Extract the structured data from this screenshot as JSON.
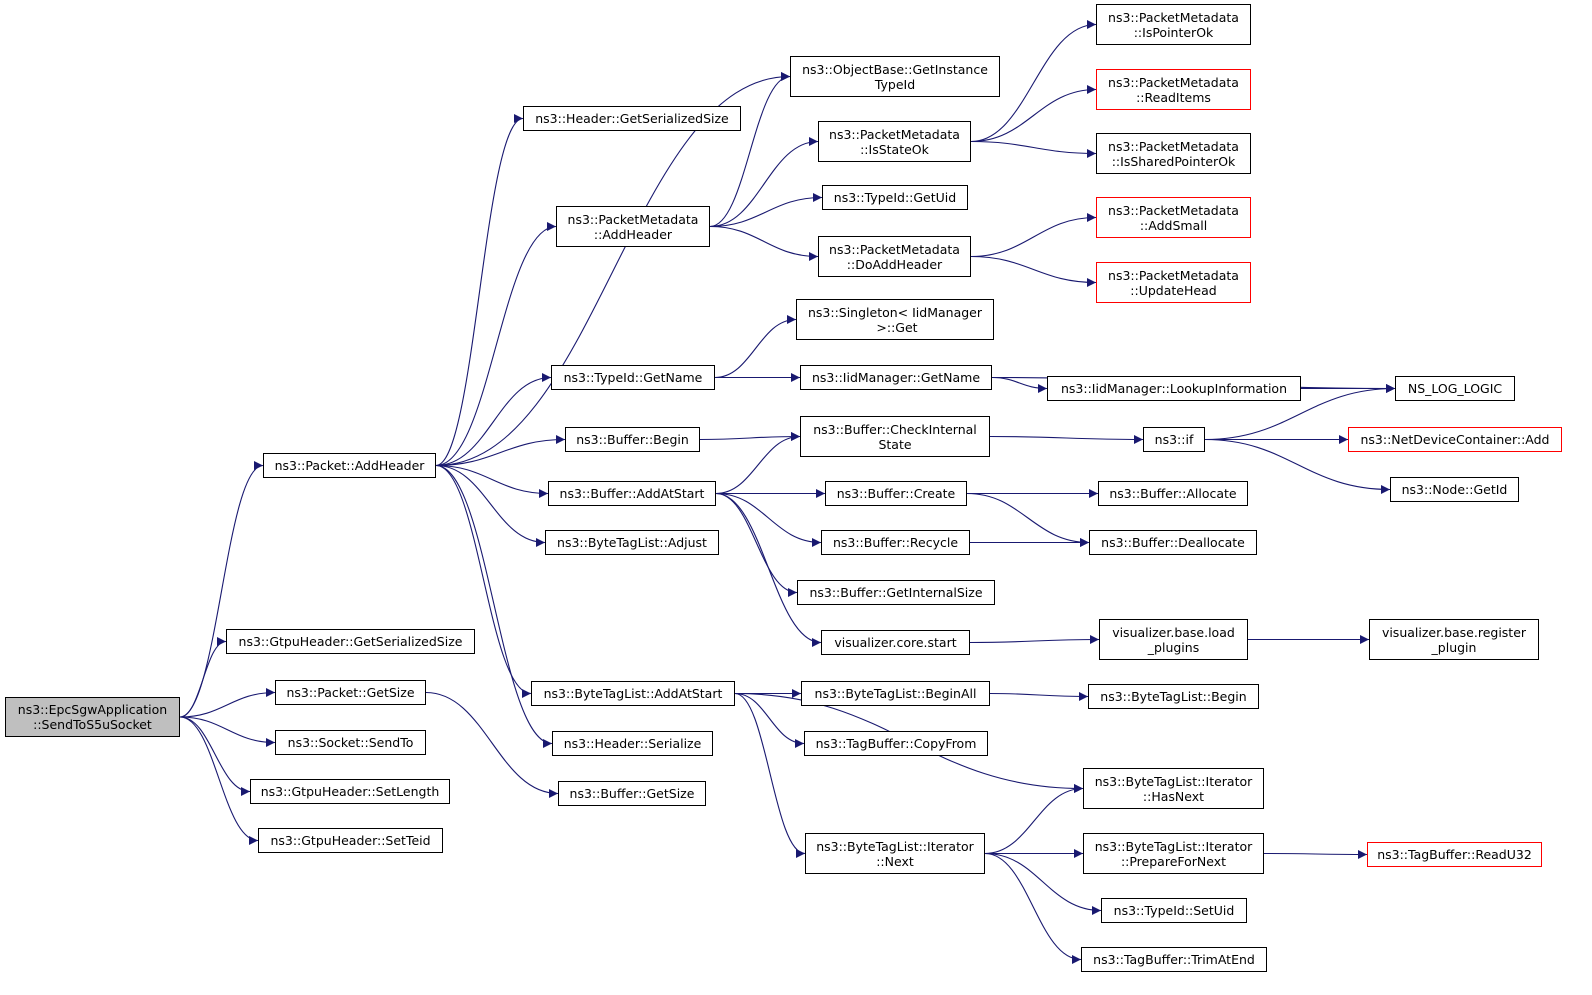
{
  "diagram": {
    "type": "call-graph",
    "colors": {
      "edge": "#191970",
      "node_border": "#000000",
      "node_border_external": "#ff0000",
      "root_fill": "#bfbfbf",
      "node_fill": "#ffffff"
    },
    "nodes": [
      {
        "id": "n0",
        "label": "ns3::EpcSgwApplication\n::SendToS5uSocket",
        "root": true
      },
      {
        "id": "n1",
        "label": "ns3::Packet::AddHeader"
      },
      {
        "id": "n2",
        "label": "ns3::GtpuHeader::GetSerializedSize"
      },
      {
        "id": "n3",
        "label": "ns3::Packet::GetSize"
      },
      {
        "id": "n4",
        "label": "ns3::Socket::SendTo"
      },
      {
        "id": "n5",
        "label": "ns3::GtpuHeader::SetLength"
      },
      {
        "id": "n6",
        "label": "ns3::GtpuHeader::SetTeid"
      },
      {
        "id": "n7",
        "label": "ns3::Header::GetSerializedSize"
      },
      {
        "id": "n8",
        "label": "ns3::PacketMetadata\n::AddHeader"
      },
      {
        "id": "n9",
        "label": "ns3::TypeId::GetName"
      },
      {
        "id": "n10",
        "label": "ns3::Buffer::Begin"
      },
      {
        "id": "n11",
        "label": "ns3::Buffer::AddAtStart"
      },
      {
        "id": "n12",
        "label": "ns3::ByteTagList::Adjust"
      },
      {
        "id": "n13",
        "label": "ns3::ByteTagList::AddAtStart"
      },
      {
        "id": "n14",
        "label": "ns3::Header::Serialize"
      },
      {
        "id": "n15",
        "label": "ns3::Buffer::GetSize"
      },
      {
        "id": "n16",
        "label": "ns3::ObjectBase::GetInstance\nTypeId"
      },
      {
        "id": "n17",
        "label": "ns3::PacketMetadata\n::IsStateOk"
      },
      {
        "id": "n18",
        "label": "ns3::TypeId::GetUid"
      },
      {
        "id": "n19",
        "label": "ns3::PacketMetadata\n::DoAddHeader"
      },
      {
        "id": "n20",
        "label": "ns3::Singleton< IidManager\n >::Get"
      },
      {
        "id": "n21",
        "label": "ns3::IidManager::GetName"
      },
      {
        "id": "n22",
        "label": "ns3::Buffer::CheckInternal\nState"
      },
      {
        "id": "n23",
        "label": "ns3::Buffer::Create"
      },
      {
        "id": "n24",
        "label": "ns3::Buffer::Recycle"
      },
      {
        "id": "n25",
        "label": "ns3::Buffer::GetInternalSize"
      },
      {
        "id": "n26",
        "label": "visualizer.core.start"
      },
      {
        "id": "n27",
        "label": "ns3::ByteTagList::BeginAll"
      },
      {
        "id": "n28",
        "label": "ns3::TagBuffer::CopyFrom"
      },
      {
        "id": "n29",
        "label": "ns3::ByteTagList::Iterator\n::Next"
      },
      {
        "id": "n30",
        "label": "ns3::PacketMetadata\n::IsPointerOk"
      },
      {
        "id": "n31",
        "label": "ns3::PacketMetadata\n::ReadItems",
        "external": true
      },
      {
        "id": "n32",
        "label": "ns3::PacketMetadata\n::IsSharedPointerOk"
      },
      {
        "id": "n33",
        "label": "ns3::PacketMetadata\n::AddSmall",
        "external": true
      },
      {
        "id": "n34",
        "label": "ns3::PacketMetadata\n::UpdateHead",
        "external": true
      },
      {
        "id": "n35",
        "label": "ns3::IidManager::LookupInformation"
      },
      {
        "id": "n36",
        "label": "ns3::if"
      },
      {
        "id": "n37",
        "label": "ns3::Buffer::Allocate"
      },
      {
        "id": "n38",
        "label": "ns3::Buffer::Deallocate"
      },
      {
        "id": "n39",
        "label": "visualizer.base.load\n_plugins"
      },
      {
        "id": "n40",
        "label": "ns3::ByteTagList::Begin"
      },
      {
        "id": "n41",
        "label": "ns3::ByteTagList::Iterator\n::HasNext"
      },
      {
        "id": "n42",
        "label": "ns3::ByteTagList::Iterator\n::PrepareForNext"
      },
      {
        "id": "n43",
        "label": "ns3::TypeId::SetUid"
      },
      {
        "id": "n44",
        "label": "ns3::TagBuffer::TrimAtEnd"
      },
      {
        "id": "n45",
        "label": "NS_LOG_LOGIC"
      },
      {
        "id": "n46",
        "label": "ns3::NetDeviceContainer::Add",
        "external": true
      },
      {
        "id": "n47",
        "label": "ns3::Node::GetId"
      },
      {
        "id": "n48",
        "label": "visualizer.base.register\n_plugin"
      },
      {
        "id": "n49",
        "label": "ns3::TagBuffer::ReadU32",
        "external": true
      }
    ],
    "edges": [
      [
        "n0",
        "n1"
      ],
      [
        "n0",
        "n2"
      ],
      [
        "n0",
        "n3"
      ],
      [
        "n0",
        "n4"
      ],
      [
        "n0",
        "n5"
      ],
      [
        "n0",
        "n6"
      ],
      [
        "n1",
        "n7"
      ],
      [
        "n1",
        "n16"
      ],
      [
        "n1",
        "n8"
      ],
      [
        "n1",
        "n9"
      ],
      [
        "n1",
        "n10"
      ],
      [
        "n1",
        "n11"
      ],
      [
        "n1",
        "n12"
      ],
      [
        "n1",
        "n13"
      ],
      [
        "n1",
        "n14"
      ],
      [
        "n3",
        "n15"
      ],
      [
        "n8",
        "n16"
      ],
      [
        "n8",
        "n17"
      ],
      [
        "n8",
        "n18"
      ],
      [
        "n8",
        "n19"
      ],
      [
        "n17",
        "n30"
      ],
      [
        "n17",
        "n31"
      ],
      [
        "n17",
        "n32"
      ],
      [
        "n19",
        "n33"
      ],
      [
        "n19",
        "n34"
      ],
      [
        "n9",
        "n20"
      ],
      [
        "n9",
        "n21"
      ],
      [
        "n21",
        "n45"
      ],
      [
        "n21",
        "n35"
      ],
      [
        "n35",
        "n45"
      ],
      [
        "n10",
        "n22"
      ],
      [
        "n11",
        "n22"
      ],
      [
        "n11",
        "n23"
      ],
      [
        "n11",
        "n24"
      ],
      [
        "n11",
        "n25"
      ],
      [
        "n11",
        "n26"
      ],
      [
        "n22",
        "n36"
      ],
      [
        "n36",
        "n45"
      ],
      [
        "n36",
        "n46"
      ],
      [
        "n36",
        "n47"
      ],
      [
        "n23",
        "n37"
      ],
      [
        "n23",
        "n38"
      ],
      [
        "n24",
        "n38"
      ],
      [
        "n26",
        "n39"
      ],
      [
        "n39",
        "n48"
      ],
      [
        "n13",
        "n27"
      ],
      [
        "n13",
        "n28"
      ],
      [
        "n13",
        "n41"
      ],
      [
        "n13",
        "n29"
      ],
      [
        "n27",
        "n40"
      ],
      [
        "n29",
        "n41"
      ],
      [
        "n29",
        "n42"
      ],
      [
        "n29",
        "n43"
      ],
      [
        "n29",
        "n44"
      ],
      [
        "n42",
        "n49"
      ]
    ]
  }
}
